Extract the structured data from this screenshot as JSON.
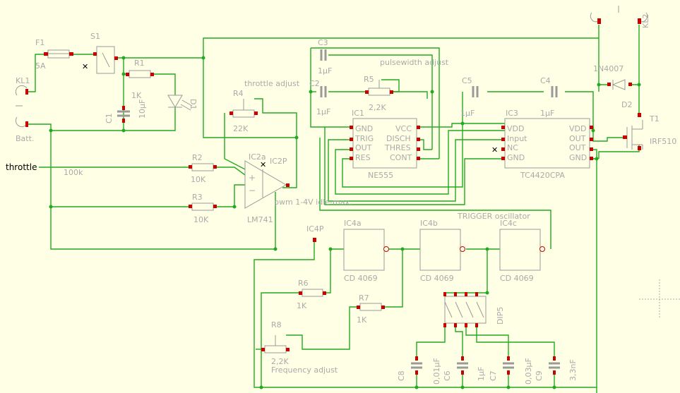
{
  "labels": {
    "throttle_input": "throttle",
    "r2_note": "100k",
    "f1": "F1",
    "f1_val": "5A",
    "s1": "S1",
    "kl1": "KL1",
    "batt": "Batt.",
    "r1": "R1",
    "r1_val": "1K",
    "d1": "D1",
    "c1": "C1",
    "c1_val": "10µF",
    "r4": "R4",
    "r4_val": "22K",
    "r4_note": "throttle adjust",
    "r2": "R2",
    "r2_val": "10K",
    "r3": "R3",
    "r3_val": "10K",
    "ic2a": "IC2a",
    "ic2p": "IC2P",
    "ic2_type": "LM741",
    "pwm_note": "pwm 1-4V idle-max.",
    "c3": "C3",
    "c3_val": "1µF",
    "c2": "C2",
    "c2_val": "1µF",
    "r5": "R5",
    "r5_val": "2,2K",
    "r5_note": "pulsewidth adjust",
    "ic1": "IC1",
    "ic1_type": "NE555",
    "ic1_pins": [
      "GND",
      "TRIG",
      "OUT",
      "RES",
      "VCC",
      "DISCH",
      "THRES",
      "CONT"
    ],
    "c5": "C5",
    "c5_val": "1µF",
    "c4": "C4",
    "c4_val": "1µF",
    "ic3": "IC3",
    "ic3_type": "TC4420CPA",
    "ic3_pins": [
      "VDD",
      "Input",
      "NC",
      "GND",
      "VDD",
      "OUT",
      "OUT",
      "GND"
    ],
    "kl2": "KL2",
    "d_1n4007": "1N4007",
    "d2": "D2",
    "t1": "T1",
    "t1_type": "IRF510",
    "trigger_note": "TRIGGER oscillator",
    "ic4a": "IC4a",
    "ic4b": "IC4b",
    "ic4c": "IC4c",
    "ic4p": "IC4P",
    "ic4_type": "CD 4069",
    "r6": "R6",
    "r6_val": "1K",
    "r7": "R7",
    "r7_val": "1K",
    "r8": "R8",
    "r8_val": "2,2K",
    "r8_note": "Frequency adjust",
    "dip": "DIP5",
    "c8": "C8",
    "c8_val": "0,01µF",
    "c6": "C6",
    "c6_val": "1µF",
    "c7": "C7",
    "c7_val": "0,03µF",
    "c9": "C9",
    "c9_val": "3,3nF"
  }
}
